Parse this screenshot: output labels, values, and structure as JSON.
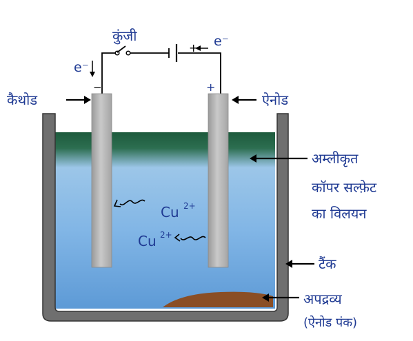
{
  "labels": {
    "key": "कुंजी",
    "cathode": "कैथोड",
    "anode": "ऐनोड",
    "solution_line1": "अम्लीकृत",
    "solution_line2": "कॉपर सल्फ़ेट",
    "solution_line3": "का विलयन",
    "tank": "टैंक",
    "sludge_line1": "अपद्रव्य",
    "sludge_line2": "(ऐनोड पंक)"
  },
  "symbols": {
    "electron_left": "e⁻",
    "electron_right": "e⁻",
    "minus_sign": "−",
    "plus_sign": "+",
    "battery_plus": "+",
    "ion_1": "Cu",
    "ion_1_charge": "2+",
    "ion_2": "Cu",
    "ion_2_charge": "2+"
  },
  "colors": {
    "solution_top": "#1e5a3e",
    "solution_mid": "#7fb6e6",
    "solution_bottom": "#5b9ad8",
    "electrode": "#b3b3b3",
    "tank": "#6f6f6f",
    "sludge": "#8a4e25",
    "label_text": "#1f3a93"
  }
}
